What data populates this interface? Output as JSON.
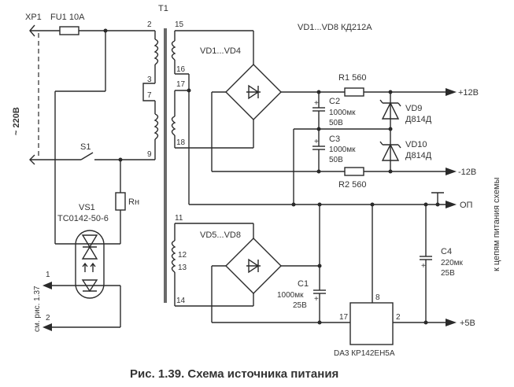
{
  "caption": "Рис. 1.39. Схема источника питания",
  "mains": {
    "connector": "XP1",
    "fuse": "FU1 10A",
    "voltage": "~ 220В",
    "switch": "S1"
  },
  "transformer": {
    "label": "T1",
    "pins": [
      "2",
      "3",
      "7",
      "9",
      "15",
      "16",
      "17",
      "18",
      "11",
      "12",
      "13",
      "14"
    ]
  },
  "load": {
    "resistor": "Rн",
    "triac_ref": "VS1",
    "triac_part": "ТС0142-50-6",
    "ext_ref": "см. рис. 1.37",
    "terminals": [
      "1",
      "2"
    ]
  },
  "diodes": {
    "note": "VD1...VD8 КД212А",
    "bridge1": "VD1...VD4",
    "bridge2": "VD5...VD8",
    "zener1_ref": "VD9",
    "zener1_part": "Д814Д",
    "zener2_ref": "VD10",
    "zener2_part": "Д814Д"
  },
  "components": {
    "r1": "R1 560",
    "r2": "R2 560",
    "c1_ref": "C1",
    "c1_val": "1000мк",
    "c1_v": "25В",
    "c2_ref": "C2",
    "c2_val": "1000мк",
    "c2_v": "50В",
    "c3_ref": "C3",
    "c3_val": "1000мк",
    "c3_v": "50В",
    "c4_ref": "C4",
    "c4_val": "220мк",
    "c4_v": "25В"
  },
  "regulator": {
    "label": "DA3 КР142ЕН5А",
    "pin_in": "17",
    "pin_gnd": "8",
    "pin_out": "2"
  },
  "outputs": {
    "plus12": "+12В",
    "minus12": "-12В",
    "common": "ОП",
    "plus5": "+5В",
    "side_label": "к цепям питания схемы"
  }
}
